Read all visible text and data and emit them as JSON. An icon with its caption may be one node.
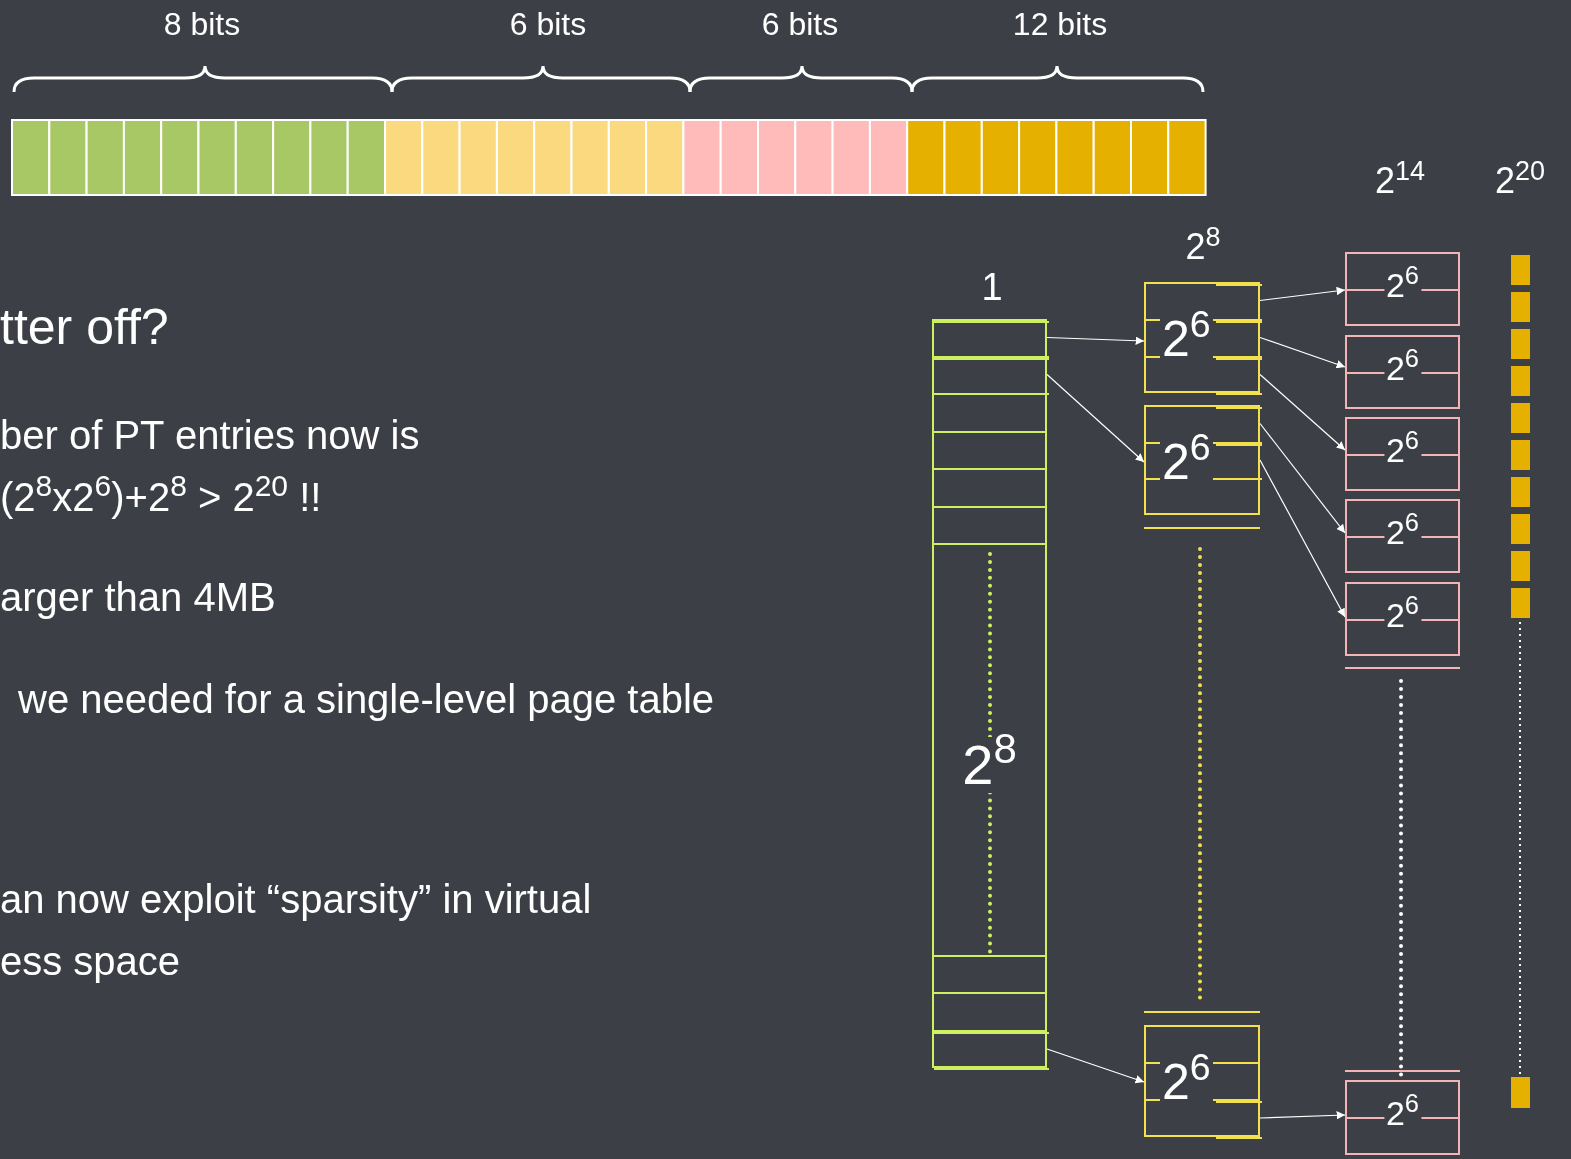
{
  "diagram": {
    "nodes": [
      {
        "text": [
          "2$^{8}$"
        ]
      },
      {
        "text": [],
        "shape": "box",
        "in": 0
      },
      {
        "text": [],
        "shape": "box",
        "in": 0
      },
      {
        "text": [],
        "shape": "box",
        "in": 0
      },
      {
        "text": [
          "2$^{6}$"
        ]
      },
      {
        "text": [],
        "shape": "box",
        "in": 4
      },
      {
        "text": [],
        "shape": "box",
        "in": 4
      },
      {
        "text": [],
        "shape": "box",
        "in": 4
      },
      {
        "text": [
          "2$^{6}$"
        ]
      },
      {
        "text": [],
        "shape": "box",
        "in": 8
      },
      {
        "text": [],
        "shape": "box",
        "in": 8
      },
      {
        "text": [],
        "shape": "box"
      },
      {
        "text": [
          "2$^{6}$"
        ]
      },
      {
        "text": [],
        "shape": "box",
        "in": 12
      },
      {
        "text": [
          "2$^{6}$"
        ]
      },
      {
        "text": [
          "2$^{6}$"
        ]
      },
      {
        "text": [
          "2$^{6}$"
        ]
      },
      {
        "text": [
          "2$^{6}$"
        ]
      },
      {
        "text": [
          "2$^{6}$"
        ]
      },
      {
        "text": [],
        "shape": "box"
      },
      {
        "text": [
          "2$^{6}$"
        ]
      }
    ],
    "edges": [
      {
        "from": 1,
        "to": 4,
        "arrow": "to"
      },
      {
        "from": 2,
        "to": 8,
        "arrow": "to"
      },
      {
        "from": 3,
        "to": 12,
        "arrow": "to"
      },
      {
        "from": 5,
        "to": 14,
        "arrow": "to"
      },
      {
        "from": 6,
        "to": 15,
        "arrow": "to"
      },
      {
        "from": 7,
        "to": 16,
        "arrow": "to"
      },
      {
        "from": 9,
        "to": 17,
        "arrow": "to"
      },
      {
        "from": 10,
        "to": 18,
        "arrow": "to"
      },
      {
        "from": 13,
        "to": 20,
        "arrow": "to"
      }
    ],
    "labels": [
      "8 bits",
      "6 bits",
      "6 bits",
      "12 bits",
      "2$^{14}$",
      "2$^{20}$",
      "2$^{8}$",
      "1",
      "tter off?",
      "ber of PT entries now is",
      "(2$^{8}$x2$^{6}$)+2$^{8}$ > 2$^{20}$ !!",
      "arger than 4MB",
      "we needed for a single-level page table",
      "an now exploit “sparsity” in virtual",
      "ess space"
    ]
  }
}
